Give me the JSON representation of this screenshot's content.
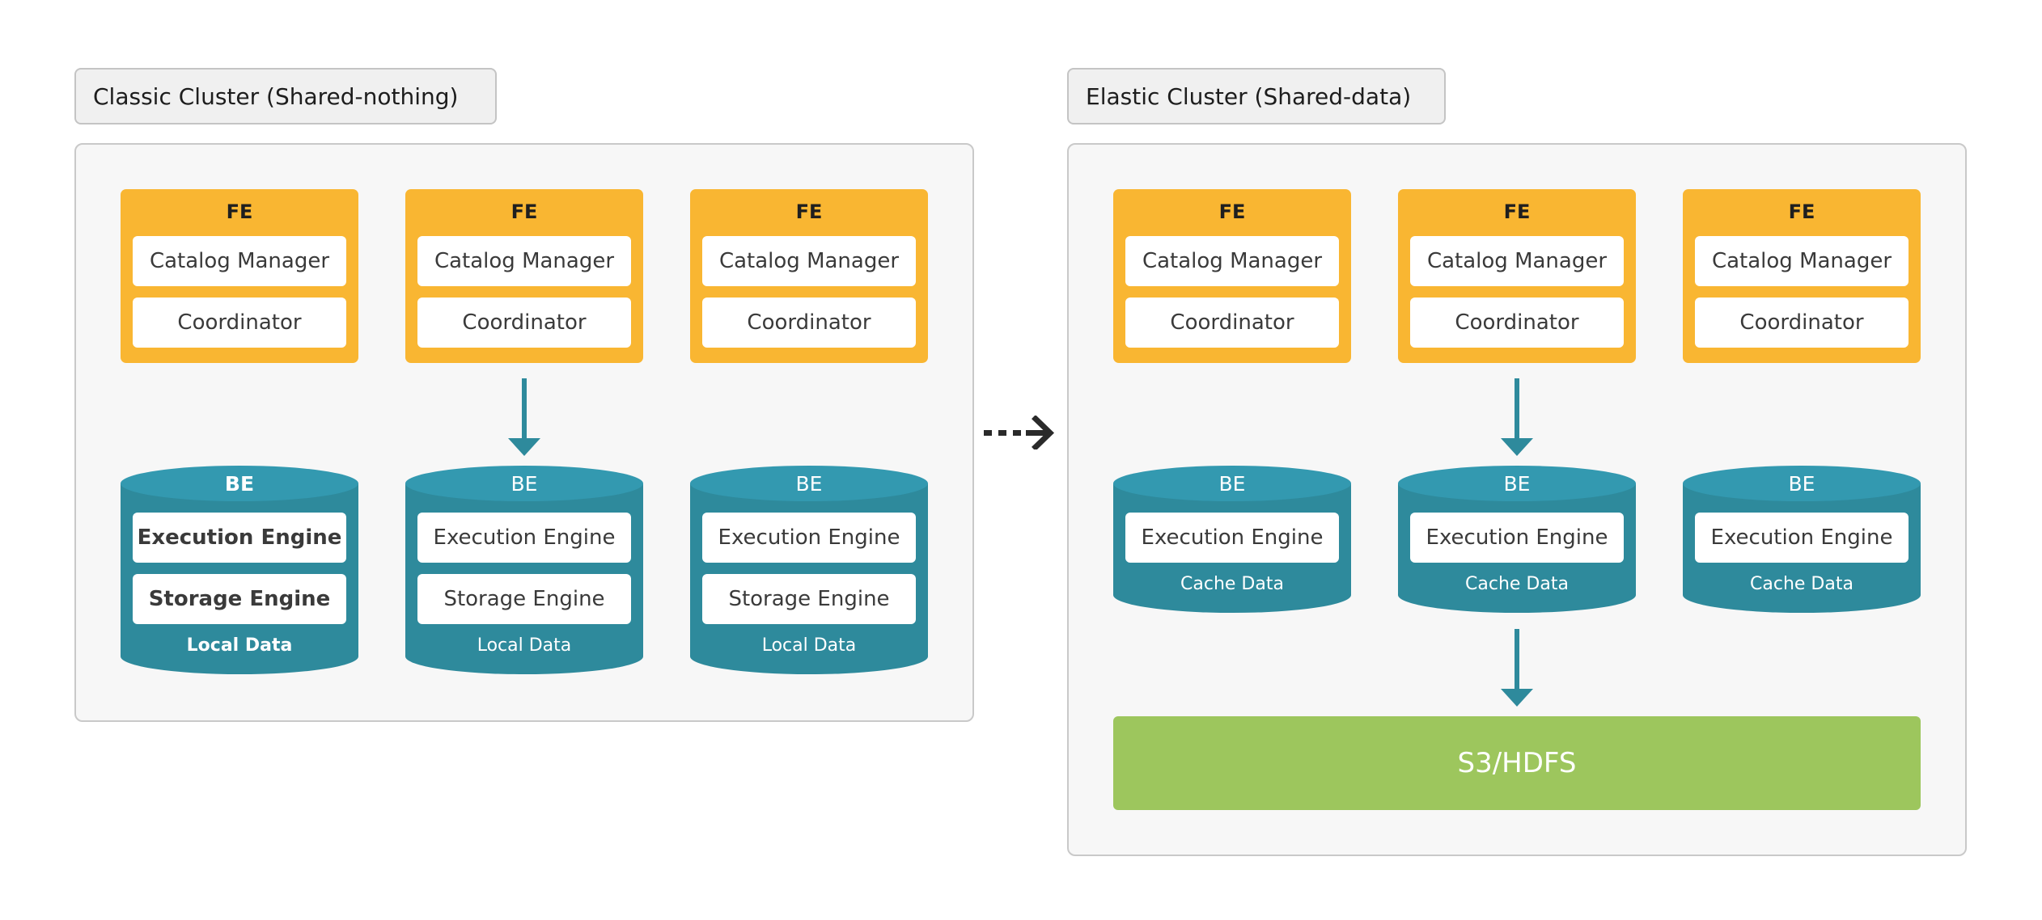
{
  "classic": {
    "label": "Classic Cluster (Shared-nothing)",
    "fe_nodes": [
      {
        "title": "FE",
        "catalog": "Catalog Manager",
        "coordinator": "Coordinator"
      },
      {
        "title": "FE",
        "catalog": "Catalog Manager",
        "coordinator": "Coordinator"
      },
      {
        "title": "FE",
        "catalog": "Catalog Manager",
        "coordinator": "Coordinator"
      }
    ],
    "be_nodes": [
      {
        "title": "BE",
        "execution": "Execution Engine",
        "storage": "Storage Engine",
        "data": "Local Data"
      },
      {
        "title": "BE",
        "execution": "Execution Engine",
        "storage": "Storage Engine",
        "data": "Local Data"
      },
      {
        "title": "BE",
        "execution": "Execution Engine",
        "storage": "Storage Engine",
        "data": "Local Data"
      }
    ]
  },
  "elastic": {
    "label": "Elastic Cluster (Shared-data)",
    "fe_nodes": [
      {
        "title": "FE",
        "catalog": "Catalog Manager",
        "coordinator": "Coordinator"
      },
      {
        "title": "FE",
        "catalog": "Catalog Manager",
        "coordinator": "Coordinator"
      },
      {
        "title": "FE",
        "catalog": "Catalog Manager",
        "coordinator": "Coordinator"
      }
    ],
    "be_nodes": [
      {
        "title": "BE",
        "execution": "Execution Engine",
        "data": "Cache Data"
      },
      {
        "title": "BE",
        "execution": "Execution Engine",
        "data": "Cache Data"
      },
      {
        "title": "BE",
        "execution": "Execution Engine",
        "data": "Cache Data"
      }
    ],
    "storage": "S3/HDFS"
  },
  "colors": {
    "fe": "#f9b632",
    "be": "#2e8a9c",
    "be_top": "#3399b0",
    "storage": "#9dc65d",
    "panel": "#f7f7f7"
  }
}
